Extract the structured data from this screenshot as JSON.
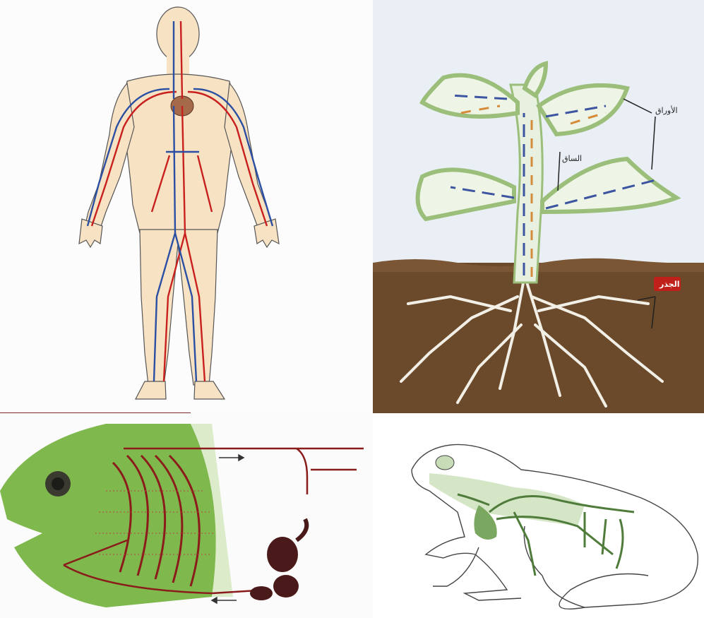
{
  "plant_labels": {
    "leaves": "الأوراق",
    "stem": "الساق",
    "root": "الجذر"
  },
  "colors": {
    "artery": "#c8201e",
    "vein": "#2a4fa3",
    "skin": "#f7e2c4",
    "soil": "#6b4a2b",
    "plant_green": "#a9c98a",
    "fish_green": "#7fb84c",
    "gill_red": "#8a1c1c",
    "frog_green": "#7aa860",
    "root_badge": "#c0201a"
  }
}
